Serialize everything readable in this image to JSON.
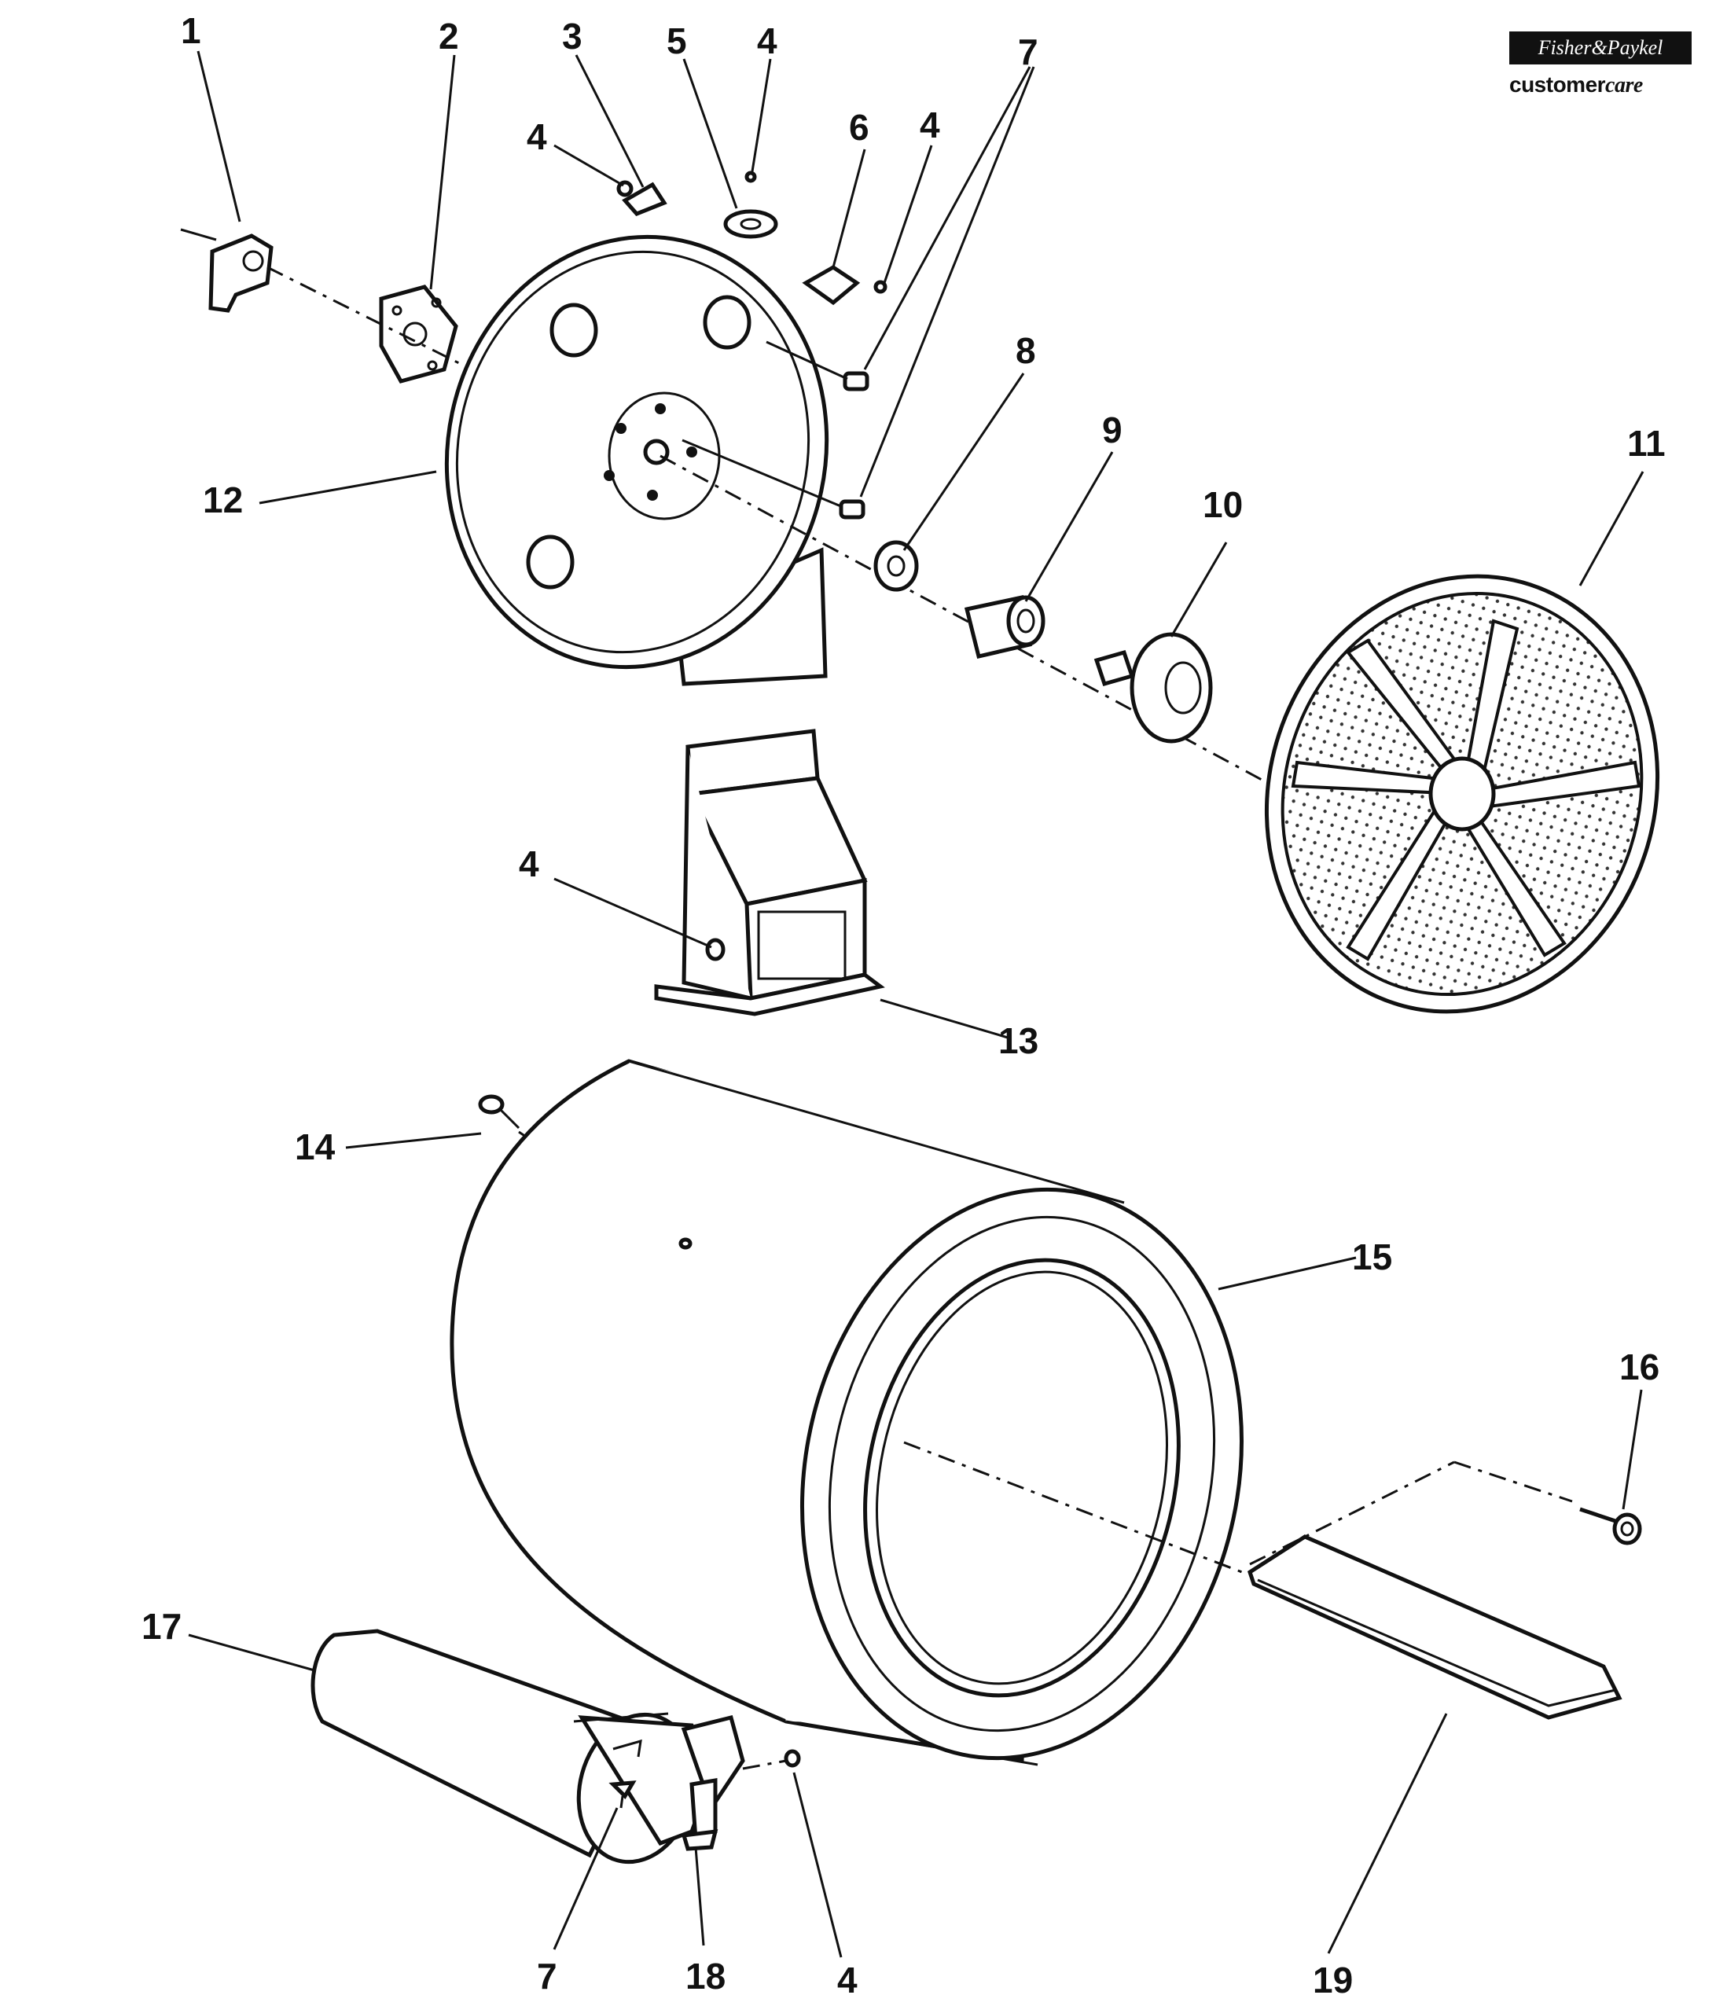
{
  "logo": {
    "brand": "Fisher&Paykel",
    "service_word": "customer",
    "service_accent": "care"
  },
  "callouts": [
    {
      "id": "c1",
      "text": "1"
    },
    {
      "id": "c2",
      "text": "2"
    },
    {
      "id": "c3",
      "text": "3"
    },
    {
      "id": "c4a",
      "text": "4"
    },
    {
      "id": "c5",
      "text": "5"
    },
    {
      "id": "c4b",
      "text": "4"
    },
    {
      "id": "c6",
      "text": "6"
    },
    {
      "id": "c4c",
      "text": "4"
    },
    {
      "id": "c7a",
      "text": "7"
    },
    {
      "id": "c8",
      "text": "8"
    },
    {
      "id": "c9",
      "text": "9"
    },
    {
      "id": "c10",
      "text": "10"
    },
    {
      "id": "c11",
      "text": "11"
    },
    {
      "id": "c12",
      "text": "12"
    },
    {
      "id": "c4d",
      "text": "4"
    },
    {
      "id": "c13",
      "text": "13"
    },
    {
      "id": "c14",
      "text": "14"
    },
    {
      "id": "c15",
      "text": "15"
    },
    {
      "id": "c16",
      "text": "16"
    },
    {
      "id": "c17",
      "text": "17"
    },
    {
      "id": "c7b",
      "text": "7"
    },
    {
      "id": "c18",
      "text": "18"
    },
    {
      "id": "c4e",
      "text": "4"
    },
    {
      "id": "c19",
      "text": "19"
    }
  ]
}
